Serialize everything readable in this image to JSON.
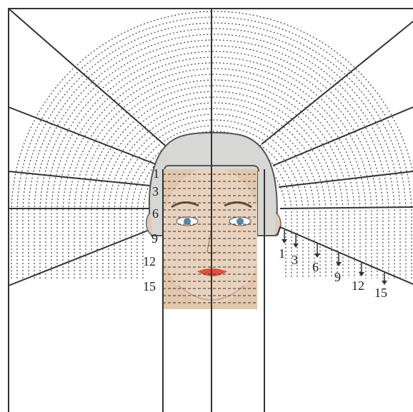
{
  "diagram": {
    "face_labels": [
      "1",
      "3",
      "6",
      "9",
      "12",
      "15"
    ],
    "side_labels": [
      "1",
      "3",
      "6",
      "9",
      "12",
      "15"
    ]
  },
  "colors": {
    "line": "#333333",
    "dotted": "#333333",
    "head": "#d7d8d6",
    "skin": "#e2c7ad",
    "lips": "#d9533f",
    "eyes": "#5b86a6"
  }
}
